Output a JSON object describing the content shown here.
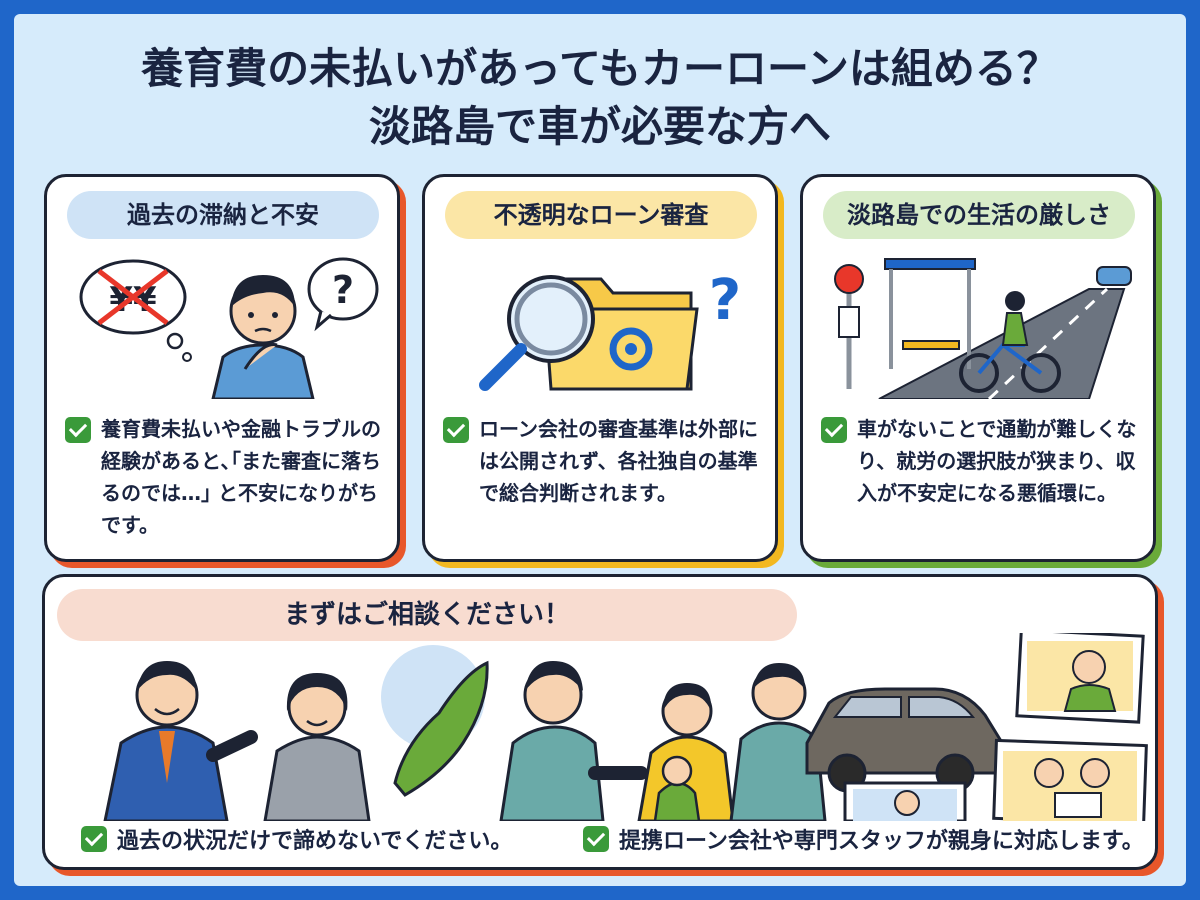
{
  "title": {
    "line1": "養育費の未払いがあってもカーローンは組める？",
    "line2": "淡路島で車が必要な方へ"
  },
  "cards": [
    {
      "heading": "過去の滞納と不安",
      "text": "養育費未払いや金融トラブルの経験があると､｢また審査に落ちるのでは…｣ と不安になりがちです。",
      "pill_color": "#cfe3f6",
      "accent_color": "#1f66c9",
      "illus_currency": "¥¥"
    },
    {
      "heading": "不透明なローン審査",
      "text": "ローン会社の審査基準は外部には公開されず、各社独自の基準で総合判断されます。",
      "pill_color": "#fbe6a6",
      "accent_color": "#f3b820"
    },
    {
      "heading": "淡路島での生活の厳しさ",
      "text": "車がないことで通勤が難しくなり、就労の選択肢が狭まり、収入が不安定になる悪循環に。",
      "pill_color": "#d8ecc8",
      "accent_color": "#6aaa3a"
    }
  ],
  "bottom": {
    "banner": "まずはご相談ください！",
    "point1": "過去の状況だけで諦めないでください。",
    "point2": "提携ローン会社や専門スタッフが親身に対応します。"
  },
  "icons": [
    "yen-thought-icon",
    "question-icon",
    "magnifier-icon",
    "folder-gear-icon",
    "bus-stop-icon",
    "bicycle-icon",
    "car-icon",
    "map-icon",
    "checkmark-icon"
  ]
}
